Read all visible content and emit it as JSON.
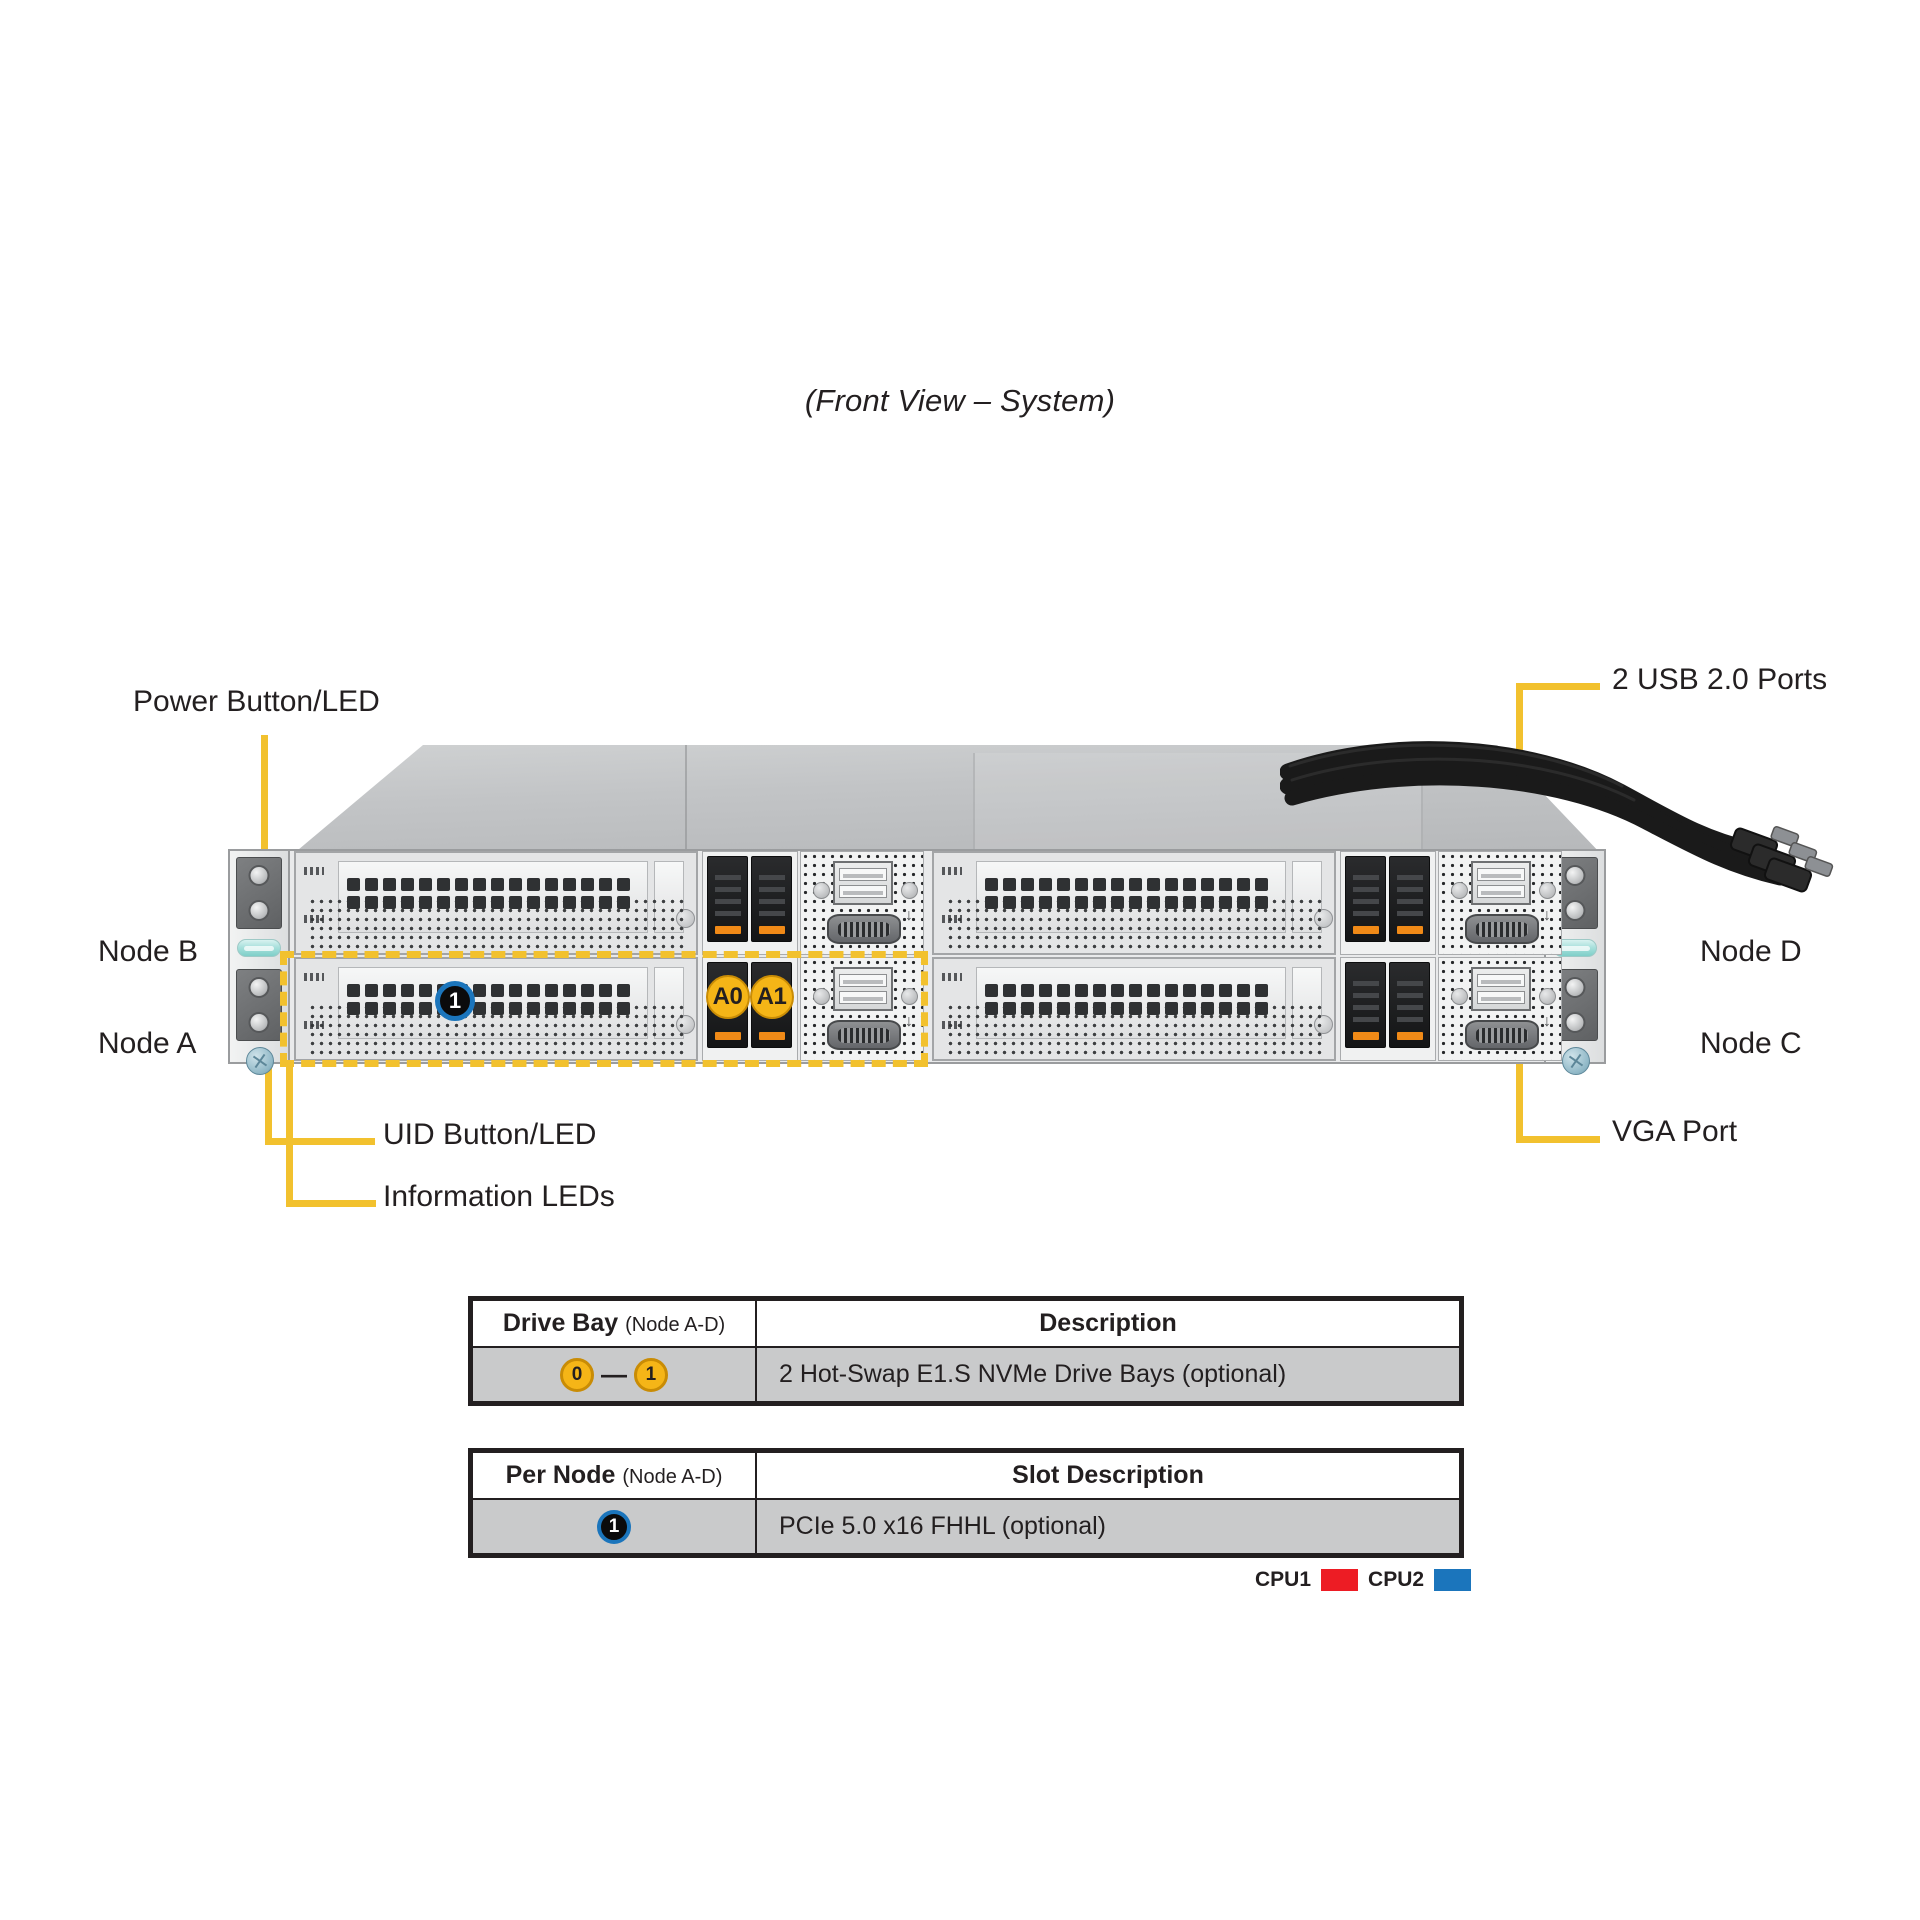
{
  "page": {
    "view_title": "(Front View – System)"
  },
  "callouts": {
    "power_button": "Power Button/LED",
    "node_b": "Node B",
    "node_a": "Node A",
    "uid_button": "UID Button/LED",
    "information_leds": "Information LEDs",
    "usb_ports": "2 USB 2.0 Ports",
    "node_d": "Node D",
    "node_c": "Node C",
    "vga_port": "VGA Port"
  },
  "chassis": {
    "drive_bay_badges": [
      "A0",
      "A1"
    ],
    "slot_badge": "1"
  },
  "tables": [
    {
      "id": "drive-bay-table",
      "header_label": "Drive Bay",
      "header_label_sub": "(Node A-D)",
      "header_desc": "Description",
      "badge_from": "0",
      "badge_to": "1",
      "badge_separator": "—",
      "description": "2 Hot-Swap  E1.S NVMe Drive  Bays (optional)"
    },
    {
      "id": "per-node-table",
      "header_label": "Per Node",
      "header_label_sub": "(Node A-D)",
      "header_desc": "Slot Description",
      "badge": "1",
      "description": "PCIe  5.0 x16 FHHL (optional)"
    }
  ],
  "legend": {
    "cpu1_label": "CPU1",
    "cpu1_color": "#ed1c24",
    "cpu2_label": "CPU2",
    "cpu2_color": "#1b75bc"
  },
  "colors": {
    "leader_yellow": "#f2c12e",
    "badge_yellow": "#f5b517",
    "slot_blue": "#1b75bc",
    "chassis_gray": "#e4e5e6"
  }
}
